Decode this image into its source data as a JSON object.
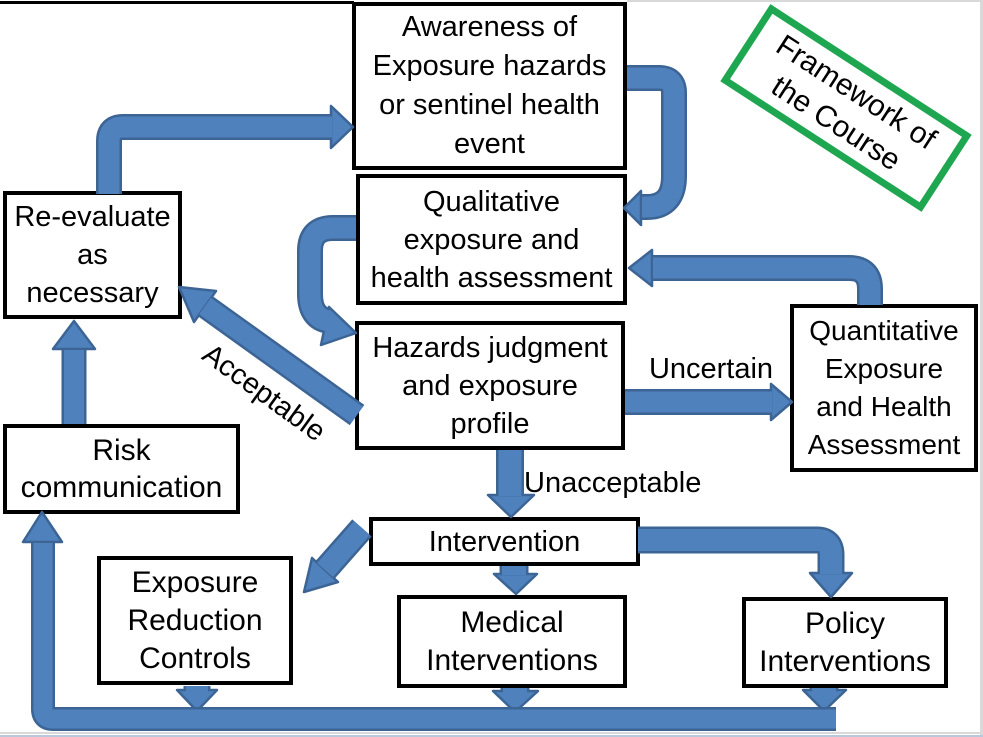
{
  "frame_badge": {
    "text": "Framework of\nthe Course"
  },
  "nodes": {
    "awareness": "Awareness of\nExposure hazards\nor sentinel health\nevent",
    "qualitative": "Qualitative\nexposure and\nhealth assessment",
    "hazards": "Hazards judgment\nand exposure\nprofile",
    "reevaluate": "Re-evaluate\nas\nnecessary",
    "quantitative": "Quantitative\nExposure\nand Health\nAssessment",
    "risk": "Risk\ncommunication",
    "intervention": "Intervention",
    "erc": "Exposure\nReduction\nControls",
    "medical": "Medical\nInterventions",
    "policy": "Policy\nInterventions"
  },
  "edge_labels": {
    "acceptable": "Acceptable",
    "uncertain": "Uncertain",
    "unacceptable": "Unacceptable"
  },
  "colors": {
    "arrow_fill": "#4f81bd",
    "arrow_outline": "#3c6494",
    "badge_border": "#1ea750",
    "node_border": "#000000"
  }
}
